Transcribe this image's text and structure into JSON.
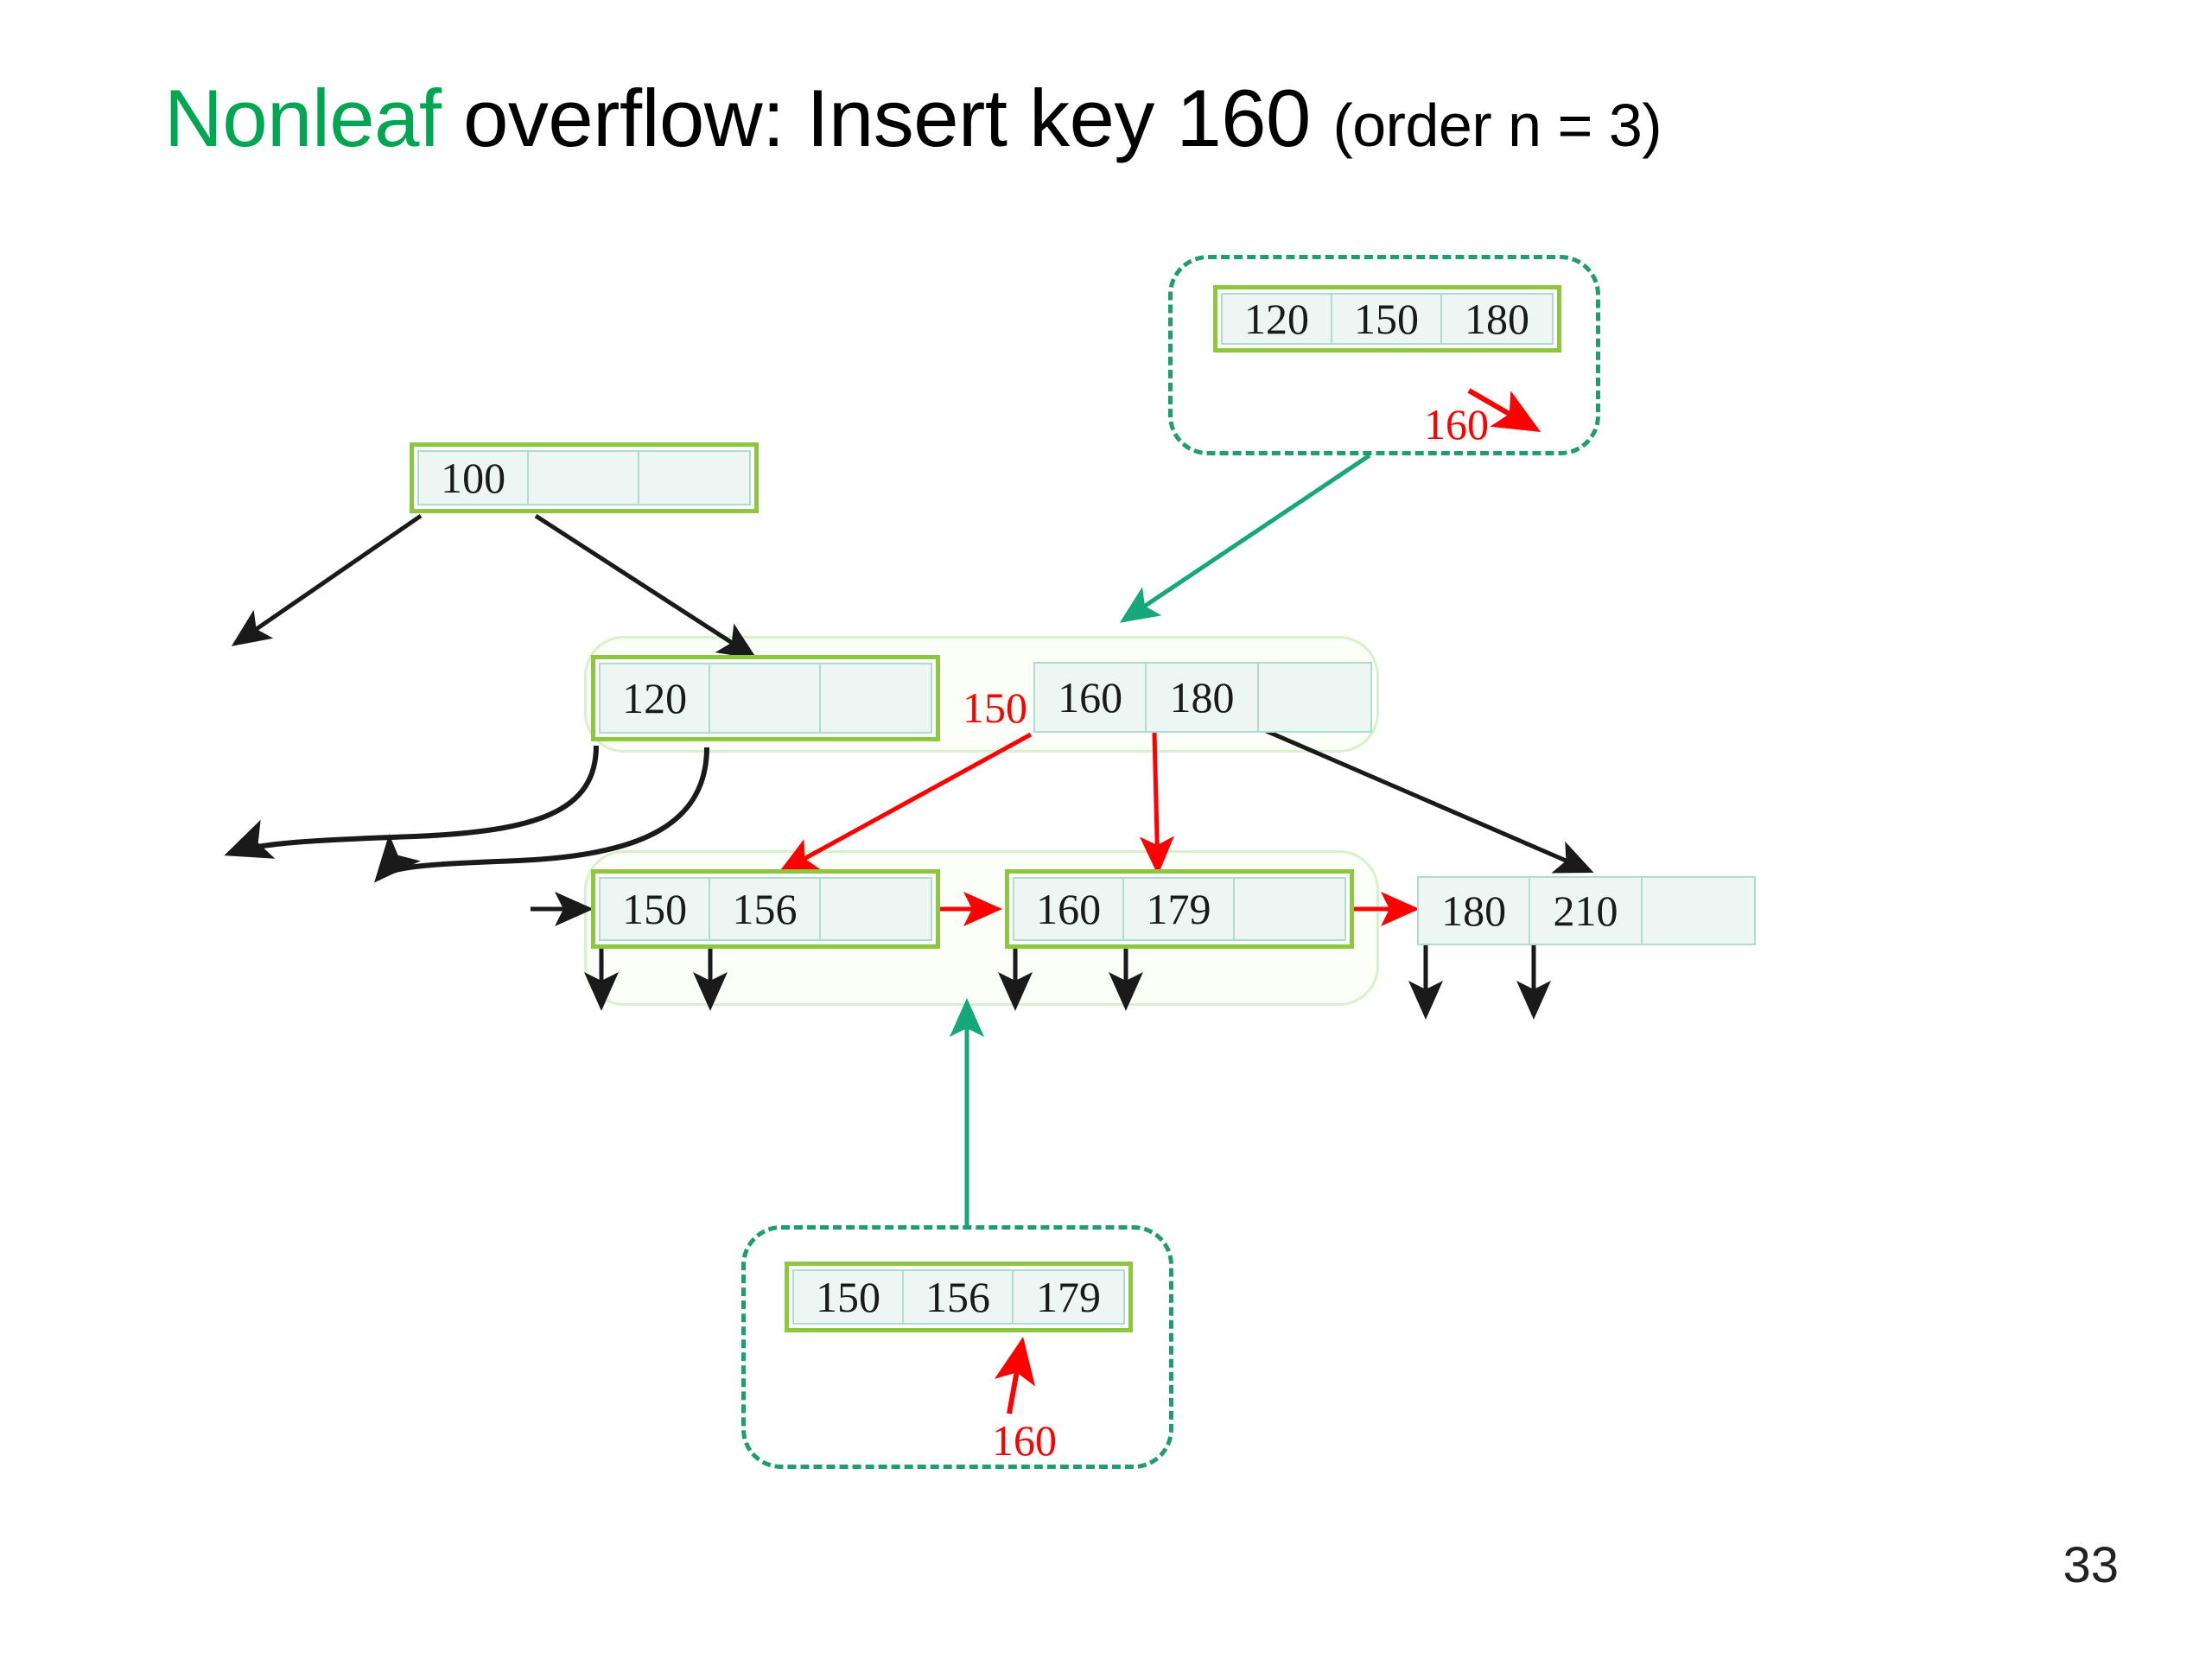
{
  "slide": {
    "title_green": "Nonleaf",
    "title_rest": " overflow: Insert key 160 ",
    "title_paren": "(order n = 3)",
    "page_number": "33",
    "accent_green": "#00A651",
    "node_border_green": "#8DC63F",
    "cell_border_teal": "#AEDCD0",
    "cell_fill": "#EDF6F2",
    "callout_dash_color": "#1E9E6A",
    "red": "#FF0000",
    "group_box_color": "#D6F2C8"
  },
  "tree": {
    "root": {
      "name": "root-node-100",
      "cells": [
        "100",
        "",
        ""
      ]
    },
    "internal": [
      {
        "name": "internal-node-120",
        "cells": [
          "120",
          "",
          ""
        ],
        "highlighted": true
      },
      {
        "name": "internal-node-160-180",
        "cells": [
          "160",
          "180",
          ""
        ],
        "highlighted": false
      }
    ],
    "leaves": [
      {
        "name": "leaf-node-150-156",
        "cells": [
          "150",
          "156",
          ""
        ],
        "highlighted": true
      },
      {
        "name": "leaf-node-160-179",
        "cells": [
          "160",
          "179",
          ""
        ],
        "highlighted": true
      },
      {
        "name": "leaf-node-180-210",
        "cells": [
          "180",
          "210",
          ""
        ],
        "highlighted": false
      }
    ]
  },
  "callouts": {
    "top": {
      "name": "callout-nonleaf-overflow",
      "node_cells": [
        "120",
        "150",
        "180"
      ],
      "red_key": "160"
    },
    "bottom": {
      "name": "callout-leaf-overflow",
      "node_cells": [
        "150",
        "156",
        "179"
      ],
      "red_key": "160"
    }
  },
  "annotations": {
    "split_key_150": "150"
  }
}
